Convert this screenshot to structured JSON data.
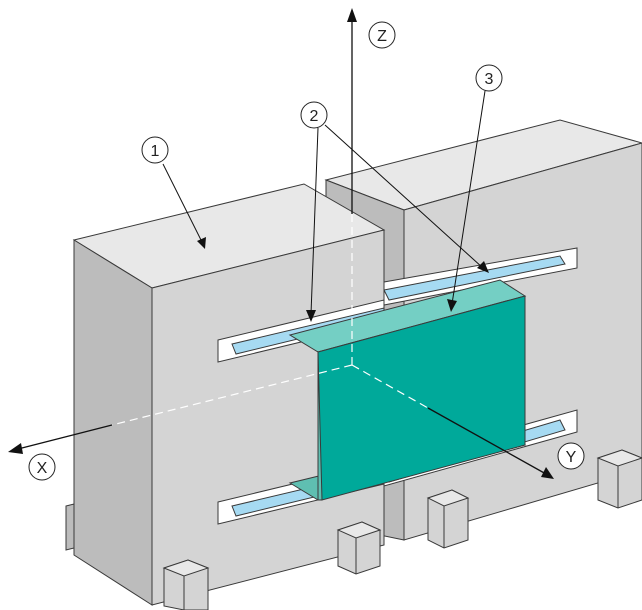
{
  "callouts": [
    {
      "number": "1"
    },
    {
      "number": "2"
    },
    {
      "number": "3"
    }
  ],
  "axes": {
    "x": "X",
    "y": "Y",
    "z": "Z"
  },
  "colors": {
    "magnet_face": "#d4d4d4",
    "magnet_side": "#bcbcbc",
    "magnet_top": "#e8e8e8",
    "magnet_edge": "#3a3a3a",
    "rail": "#a6daf2",
    "coil_front": "#00a99a",
    "coil_top": "#74cfc4",
    "coil_inner": "#5fbfb1"
  }
}
